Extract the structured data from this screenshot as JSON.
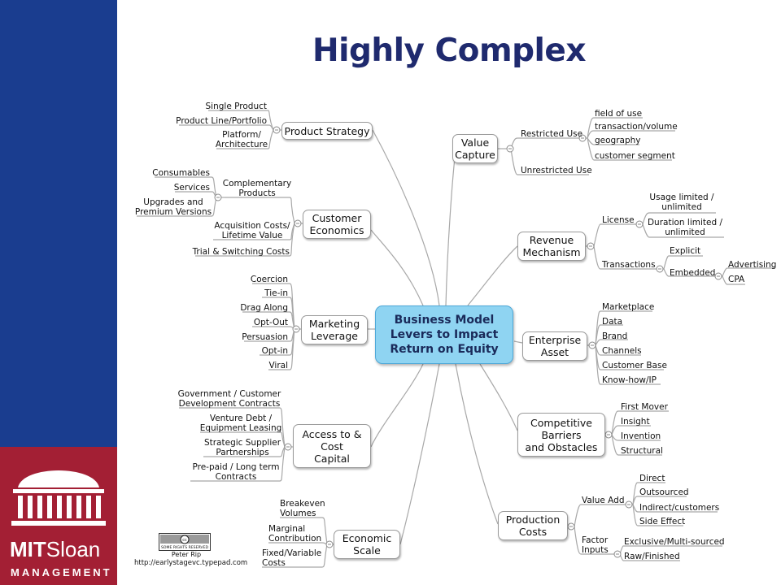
{
  "title": "Highly Complex",
  "colors": {
    "sidebar_blue": "#1a3d8f",
    "sidebar_red": "#a31f34",
    "title": "#1f2a6e",
    "center_fill": "#8fd4f2",
    "line": "#a8a8a8"
  },
  "center": "Business Model\nLevers to Impact\nReturn on Equity",
  "branches": {
    "product_strategy": {
      "label": "Product Strategy",
      "leaves": [
        "Single Product",
        "Product Line/Portfolio",
        "Platform/\nArchitecture"
      ]
    },
    "customer_economics": {
      "label": "Customer\nEconomics",
      "complementary": "Complementary\nProducts",
      "complementary_leaves": [
        "Consumables",
        "Services",
        "Upgrades and\nPremium Versions"
      ],
      "leaves": [
        "Acquisition Costs/\nLifetime Value",
        "Trial & Switching Costs"
      ]
    },
    "marketing_leverage": {
      "label": "Marketing\nLeverage",
      "leaves": [
        "Coercion",
        "Tie-in",
        "Drag Along",
        "Opt-Out",
        "Persuasion",
        "Opt-in",
        "Viral"
      ]
    },
    "access_to_capital": {
      "label": "Access to &\nCost\nCapital",
      "leaves": [
        "Government / Customer\nDevelopment Contracts",
        "Venture Debt /\nEquipment Leasing",
        "Strategic Supplier\nPartnerships",
        "Pre-paid / Long term\nContracts"
      ]
    },
    "economic_scale": {
      "label": "Economic\nScale",
      "leaves": [
        "Breakeven\nVolumes",
        "Marginal\nContribution",
        "Fixed/Variable\nCosts"
      ]
    },
    "value_capture": {
      "label": "Value\nCapture",
      "restricted": "Restricted Use",
      "restricted_leaves": [
        "field of use",
        "transaction/volume",
        "geography",
        "customer segment"
      ],
      "unrestricted": "Unrestricted Use"
    },
    "revenue_mechanism": {
      "label": "Revenue\nMechanism",
      "license": "License",
      "license_leaves": [
        "Usage limited /\nunlimited",
        "Duration limited /\nunlimited"
      ],
      "transactions": "Transactions",
      "explicit": "Explicit",
      "embedded": "Embedded",
      "embedded_leaves": [
        "Advertising",
        "CPA"
      ]
    },
    "enterprise_asset": {
      "label": "Enterprise\nAsset",
      "leaves": [
        "Marketplace",
        "Data",
        "Brand",
        "Channels",
        "Customer Base",
        "Know-how/IP"
      ]
    },
    "competitive_barriers": {
      "label": "Competitive\nBarriers\nand Obstacles",
      "leaves": [
        "First Mover",
        "Insight",
        "Invention",
        "Structural"
      ]
    },
    "production_costs": {
      "label": "Production\nCosts",
      "value_add": "Value Add",
      "value_add_leaves": [
        "Direct",
        "Outsourced",
        "Indirect/customers",
        "Side Effect"
      ],
      "factor_inputs": "Factor\nInputs",
      "factor_leaves": [
        "Exclusive/Multi-sourced",
        "Raw/Finished"
      ]
    }
  },
  "branding": {
    "mit_bold": "MIT",
    "mit_regular": "Sloan",
    "management": "MANAGEMENT"
  },
  "credit": {
    "badge": "SOME RIGHTS RESERVED",
    "name": "Peter Rip",
    "url": "http://earlystagevc.typepad.com"
  }
}
